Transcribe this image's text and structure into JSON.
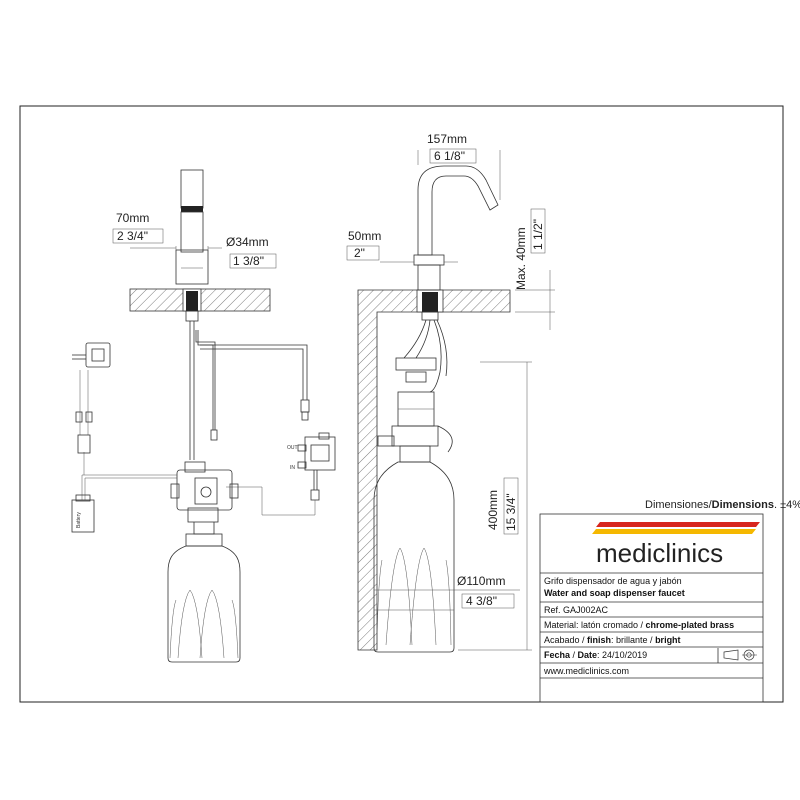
{
  "dimensions": {
    "left_width_mm": "70mm",
    "left_width_in": "2 3/4\"",
    "diameter_mm": "Ø34mm",
    "diameter_in": "1 3/8\"",
    "reach_mm": "157mm",
    "reach_in": "6 1/8\"",
    "base_mm": "50mm",
    "base_in": "2\"",
    "max_thickness": "Max. 40mm",
    "max_thickness_in": "1 1/2\"",
    "height_mm": "400mm",
    "height_in": "15 3/4\"",
    "bottle_diameter_mm": "Ø110mm",
    "bottle_diameter_in": "4 3/8\""
  },
  "parts": {
    "battery_label": "Battery",
    "out_label": "OUT",
    "in_label": "IN"
  },
  "title_block": {
    "tolerance_prefix": "Dimensiones/",
    "tolerance_bold": "Dimensions",
    "tolerance_suffix": ". ±4%",
    "brand": "mediclinics",
    "desc_es": "Grifo dispensador de agua y jabón",
    "desc_en": "Water and soap dispenser faucet",
    "ref": "Ref. GAJ002AC",
    "material_prefix": "Material: latón cromado / ",
    "material_bold": "chrome-plated brass",
    "finish_prefix": "Acabado / ",
    "finish_bold1": "finish",
    "finish_mid": ": brillante / ",
    "finish_bold2": "bright",
    "date_bold1": "Fecha",
    "date_mid": " / ",
    "date_bold2": "Date",
    "date_value": ": 24/10/2019",
    "website": "www.mediclinics.com"
  },
  "colors": {
    "stripe_red": "#d7261e",
    "stripe_yellow": "#f5b800"
  }
}
